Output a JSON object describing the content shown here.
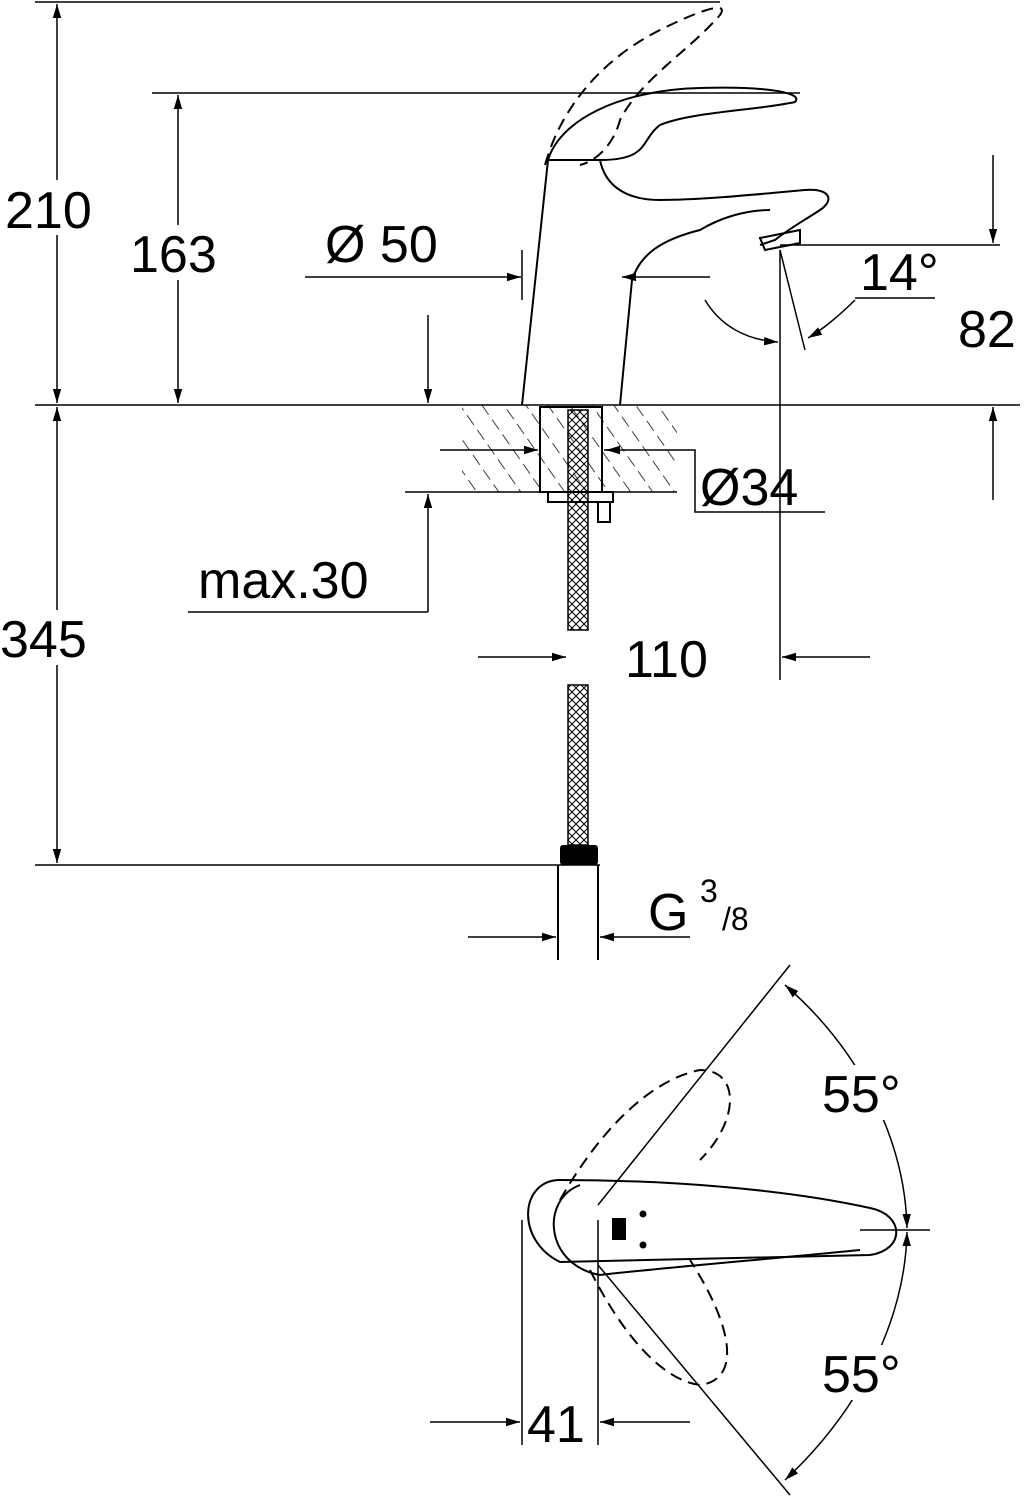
{
  "dimensions": {
    "total_height": "210",
    "spout_height": "163",
    "body_diameter": "Ø 50",
    "spout_angle": "14°",
    "spout_outlet_height": "82",
    "hole_diameter": "Ø34",
    "max_thickness": "max.30",
    "hose_length": "345",
    "spout_reach": "110",
    "connection_thread_prefix": "G",
    "connection_thread_num": "3",
    "connection_thread_den": "/8",
    "lever_angle_up": "55°",
    "lever_angle_down": "55°",
    "top_view_width": "41"
  }
}
